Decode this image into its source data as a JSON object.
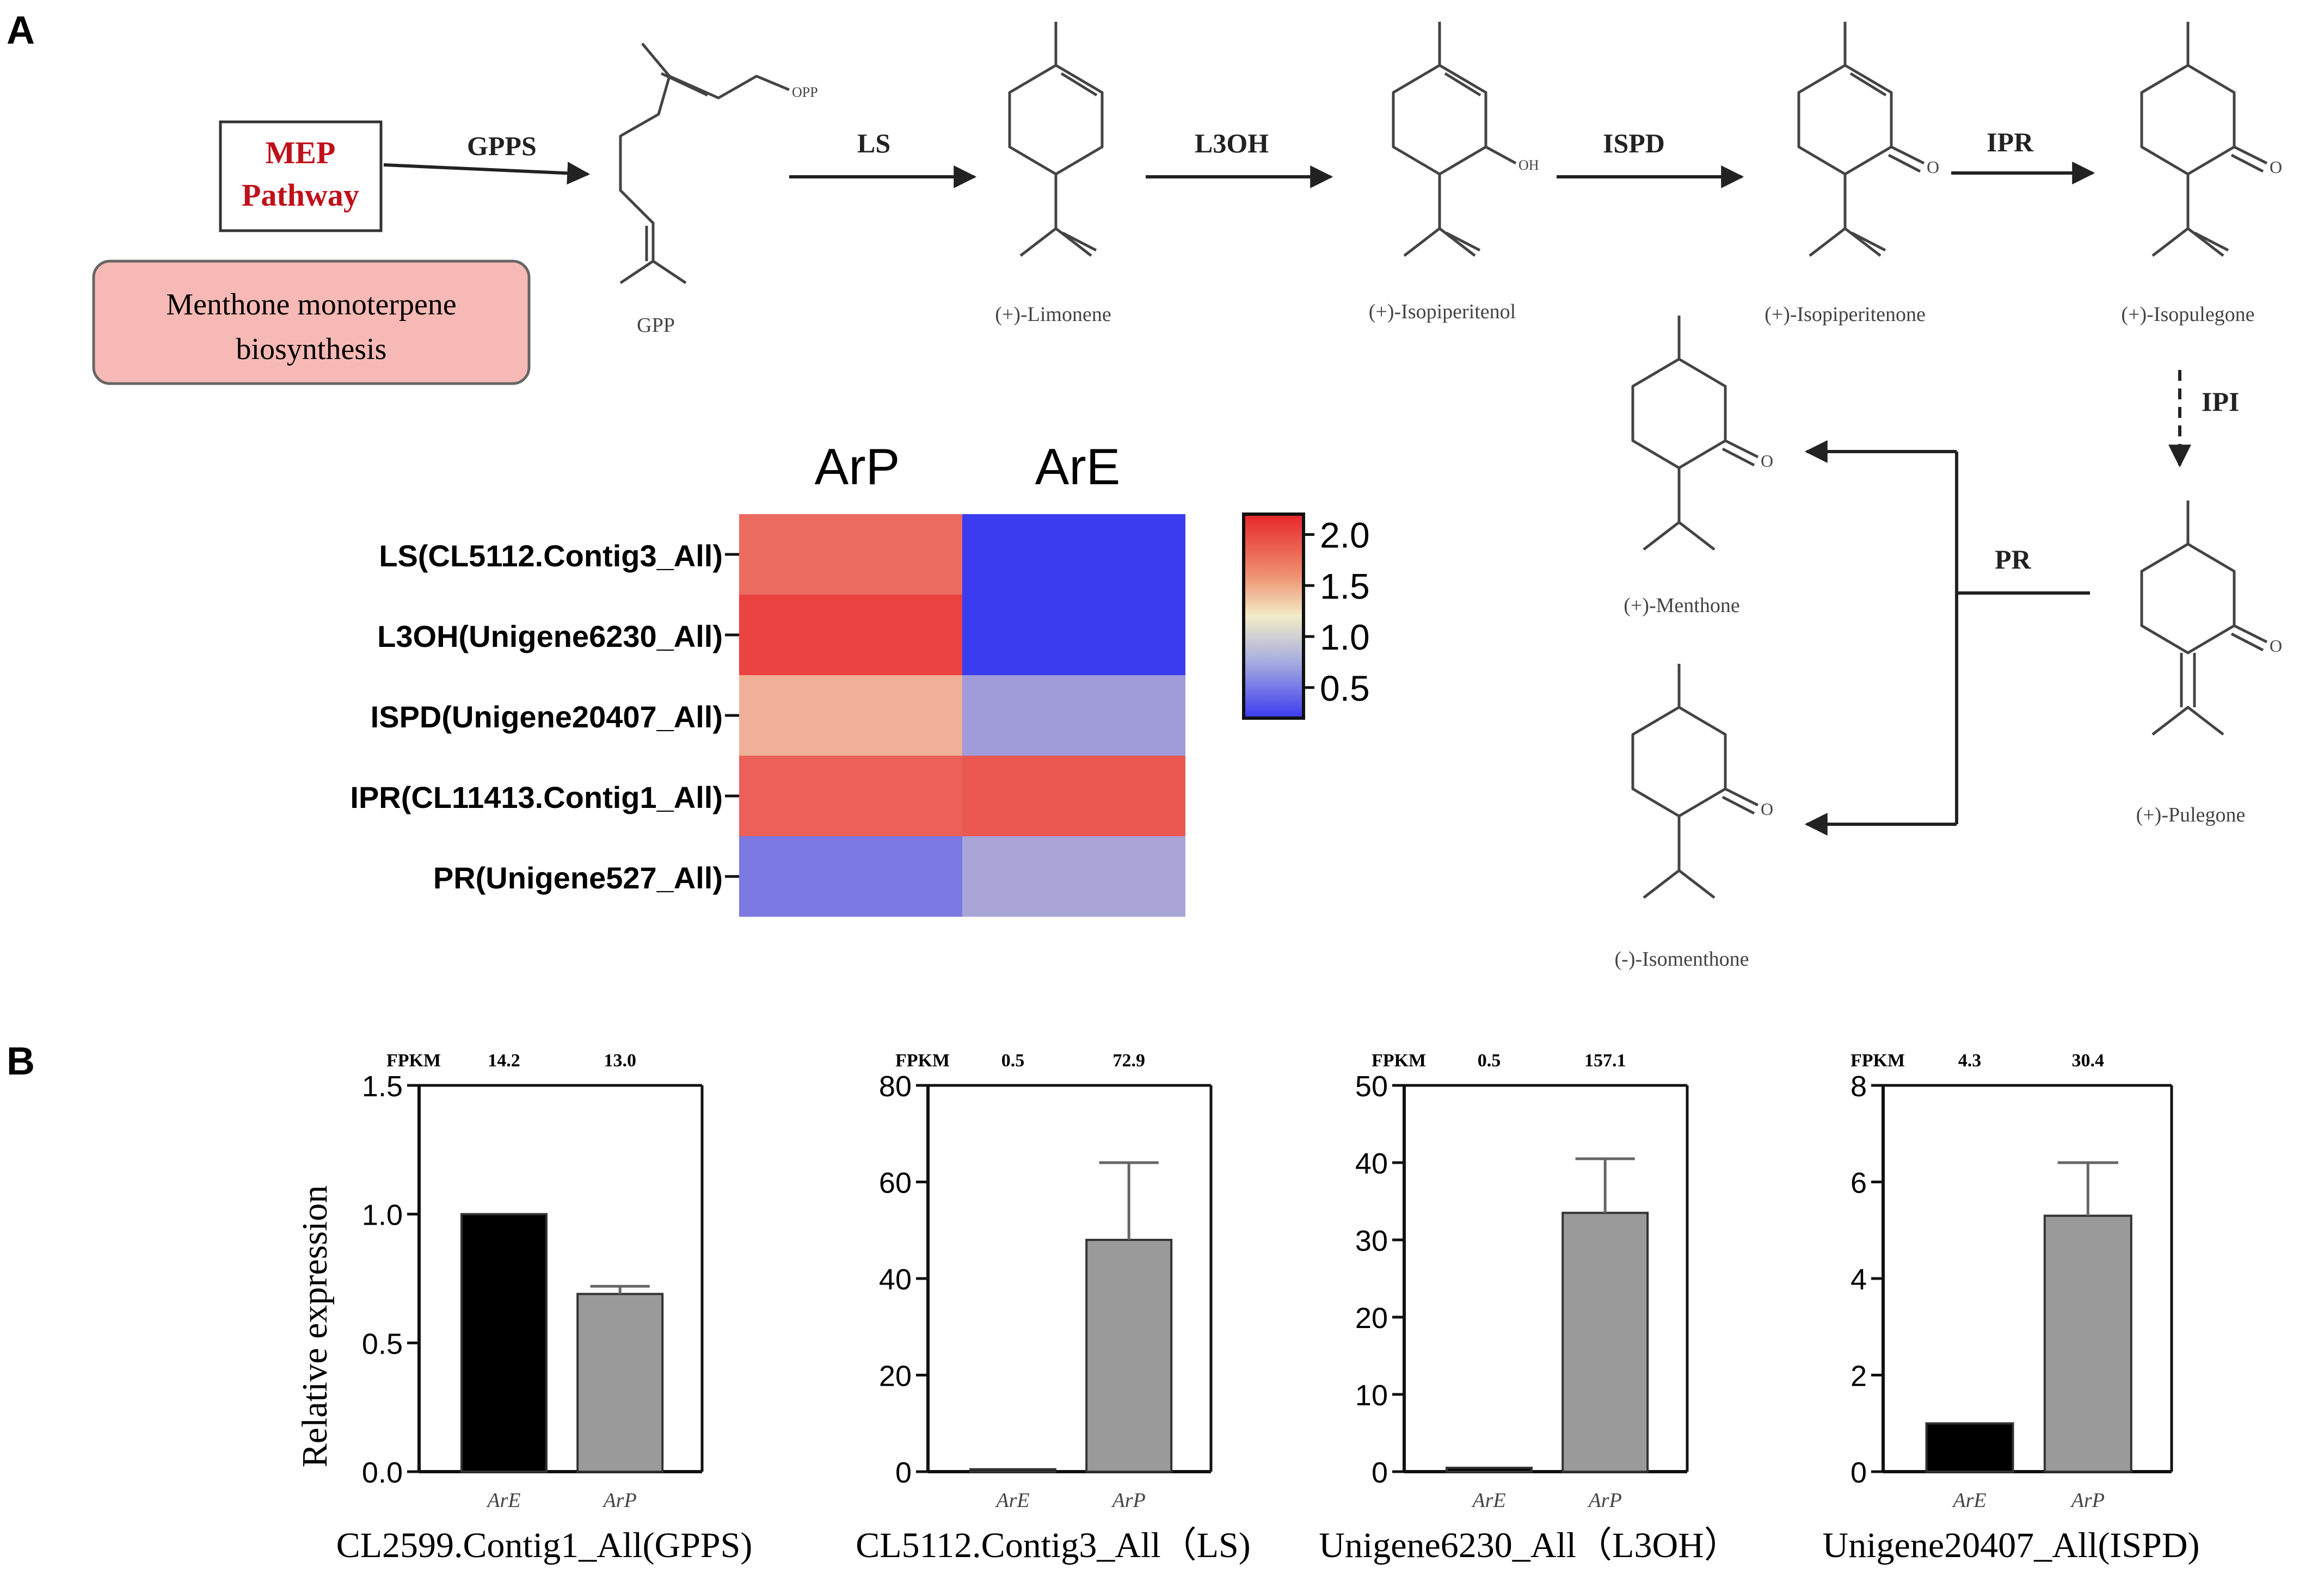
{
  "panels": {
    "a": "A",
    "b": "B"
  },
  "pathway": {
    "mep_line1": "MEP",
    "mep_line2": "Pathway",
    "title_line1": "Menthone monoterpene",
    "title_line2": "biosynthesis",
    "enzymes": [
      "GPPS",
      "LS",
      "L3OH",
      "ISPD",
      "IPR",
      "IPI",
      "PR"
    ],
    "compounds": [
      "GPP",
      "(+)-Limonene",
      "(+)-Isopiperitenol",
      "(+)-Isopiperitenone",
      "(+)-Isopulegone",
      "(+)-Menthone",
      "(+)-Pulegone",
      "(-)-Isomenthone"
    ],
    "atom_labels": {
      "opp": "OPP",
      "oh": "OH",
      "o": "O"
    }
  },
  "heatmap": {
    "columns": [
      "ArP",
      "ArE"
    ],
    "rows": [
      "LS(CL5112.Contig3_All)",
      "L3OH(Unigene6230_All)",
      "ISPD(Unigene20407_All)",
      "IPR(CL11413.Contig1_All)",
      "PR(Unigene527_All)"
    ],
    "values": [
      [
        1.85,
        0.15
      ],
      [
        2.05,
        0.15
      ],
      [
        1.5,
        0.75
      ],
      [
        1.9,
        1.95
      ],
      [
        0.55,
        0.8
      ]
    ],
    "scale_min": 0.2,
    "scale_max": 2.2,
    "colorbar_ticks": [
      "2.0",
      "1.5",
      "1.0",
      "0.5"
    ],
    "colorbar_values": [
      2.0,
      1.5,
      1.0,
      0.5
    ],
    "colors": {
      "low": "#3b3bf0",
      "mid": "#f2ecc6",
      "high": "#e8252a"
    }
  },
  "chart_data": [
    {
      "type": "bar",
      "title": "CL2599.Contig1_All(GPPS)",
      "ylabel": "Relative expression",
      "categories": [
        "ArE",
        "ArP"
      ],
      "values": [
        1.0,
        0.69
      ],
      "errors": [
        0,
        0.03
      ],
      "ylim": [
        0,
        1.5
      ],
      "yticks": [
        0.0,
        0.5,
        1.0,
        1.5
      ],
      "ytick_labels": [
        "0.0",
        "0.5",
        "1.0",
        "1.5"
      ],
      "fpkm_label": "FPKM",
      "fpkm": [
        "14.2",
        "13.0"
      ],
      "colors": [
        "#000000",
        "#9a9a9a"
      ]
    },
    {
      "type": "bar",
      "title": "CL5112.Contig3_All（LS)",
      "categories": [
        "ArE",
        "ArP"
      ],
      "values": [
        0.5,
        48
      ],
      "errors": [
        0,
        16
      ],
      "ylim": [
        0,
        80
      ],
      "yticks": [
        0,
        20,
        40,
        60,
        80
      ],
      "ytick_labels": [
        "0",
        "20",
        "40",
        "60",
        "80"
      ],
      "fpkm_label": "FPKM",
      "fpkm": [
        "0.5",
        "72.9"
      ],
      "colors": [
        "#000000",
        "#9a9a9a"
      ]
    },
    {
      "type": "bar",
      "title": "Unigene6230_All（L3OH）",
      "categories": [
        "ArE",
        "ArP"
      ],
      "values": [
        0.5,
        33.5
      ],
      "errors": [
        0,
        7
      ],
      "ylim": [
        0,
        50
      ],
      "yticks": [
        0,
        10,
        20,
        30,
        40,
        50
      ],
      "ytick_labels": [
        "0",
        "10",
        "20",
        "30",
        "40",
        "50"
      ],
      "fpkm_label": "FPKM",
      "fpkm": [
        "0.5",
        "157.1"
      ],
      "colors": [
        "#000000",
        "#9a9a9a"
      ]
    },
    {
      "type": "bar",
      "title": "Unigene20407_All(ISPD)",
      "categories": [
        "ArE",
        "ArP"
      ],
      "values": [
        1.0,
        5.3
      ],
      "errors": [
        0,
        1.1
      ],
      "ylim": [
        0,
        8
      ],
      "yticks": [
        0,
        2,
        4,
        6,
        8
      ],
      "ytick_labels": [
        "0",
        "2",
        "4",
        "6",
        "8"
      ],
      "fpkm_label": "FPKM",
      "fpkm": [
        "4.3",
        "30.4"
      ],
      "colors": [
        "#000000",
        "#9a9a9a"
      ]
    }
  ]
}
